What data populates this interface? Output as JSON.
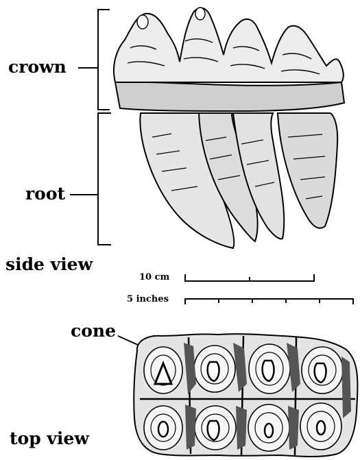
{
  "labels": {
    "crown": "crown",
    "root": "root",
    "side_view": "side view",
    "cone": "cone",
    "top_view": "top view"
  },
  "scale_bars": {
    "metric": "10 cm",
    "imperial": "5 inches"
  },
  "icons": {
    "side_view_drawing": "molar-side-view-illustration",
    "top_view_drawing": "molar-top-view-illustration"
  },
  "colors": {
    "ink": "#000000",
    "paper": "#ffffff"
  }
}
